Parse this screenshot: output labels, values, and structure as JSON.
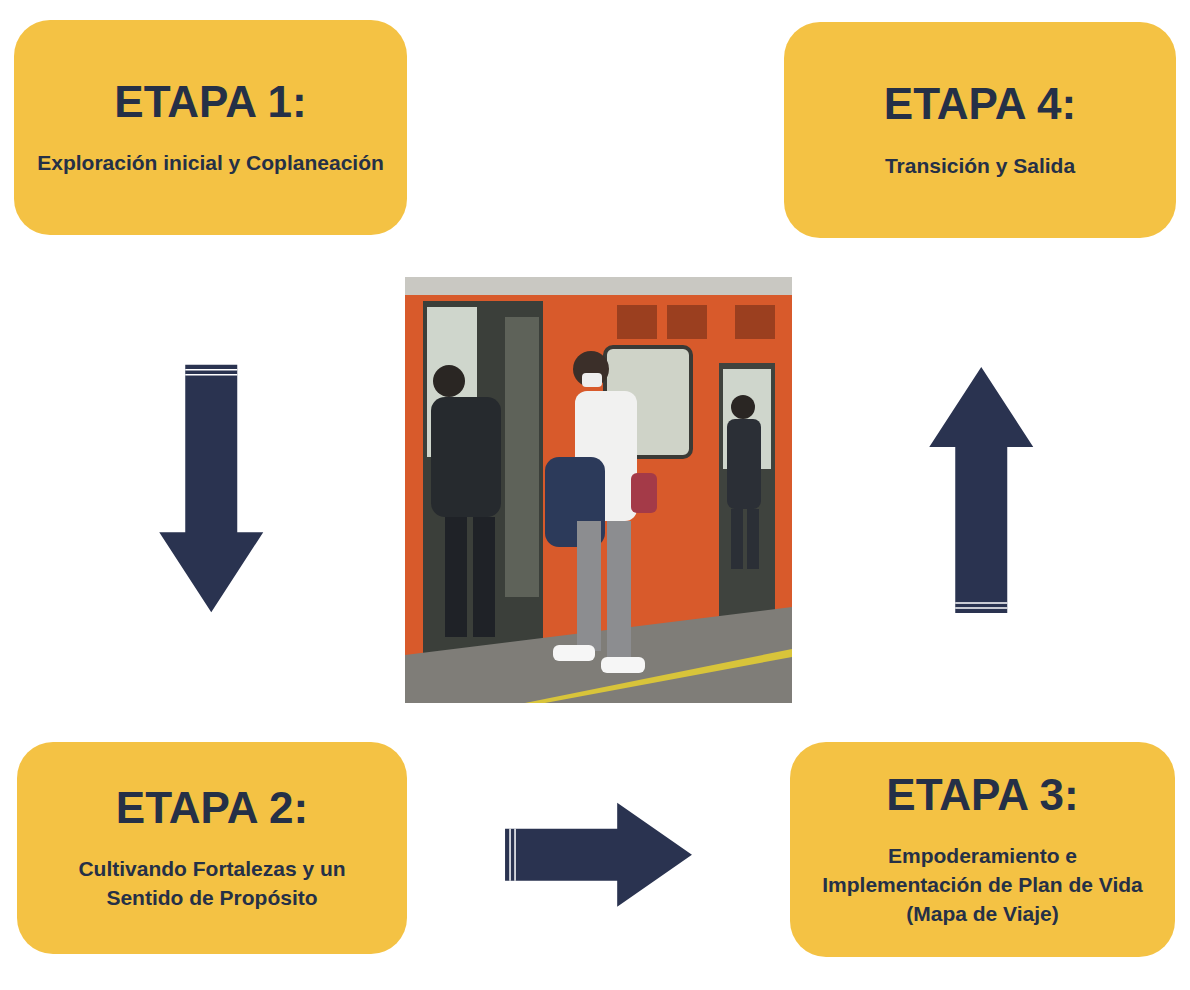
{
  "diagram": {
    "nodes": [
      {
        "text": [
          "ETAPA 1:",
          "Exploración inicial y Coplaneación"
        ]
      },
      {
        "text": [
          "ETAPA 2:",
          "Cultivando Fortalezas y un Sentido de Propósito"
        ]
      },
      {
        "text": [
          "ETAPA 3:",
          "Empoderamiento e Implementación de Plan de Vida (Mapa de Viaje)"
        ]
      },
      {
        "text": [
          "ETAPA 4:",
          "Transición y Salida"
        ]
      }
    ],
    "edges": [
      {
        "from": 0,
        "to": 1,
        "arrow": "to"
      },
      {
        "from": 1,
        "to": 2,
        "arrow": "to"
      },
      {
        "from": 2,
        "to": 3,
        "arrow": "to"
      }
    ]
  }
}
